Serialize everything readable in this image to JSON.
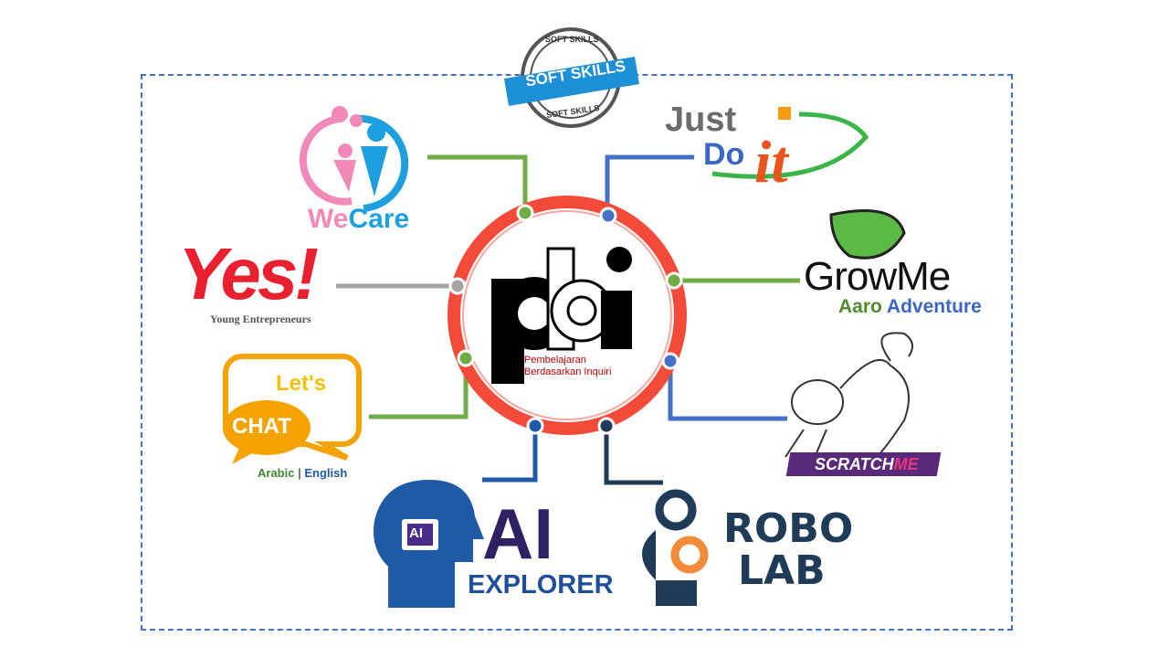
{
  "badge": {
    "text": "SOFT SKILLS",
    "ring_top": "SOFT SKILLS",
    "ring_bottom": "SOFT SKILLS"
  },
  "center": {
    "logo": "pbi",
    "subtitle_line1": "Pembelajaran",
    "subtitle_line2": "Berdasarkan Inquiri"
  },
  "programs": [
    {
      "name": "WeCare",
      "part1": "We",
      "part2": "Care"
    },
    {
      "name": "Just Do It",
      "part1": "Just",
      "part2": "Do",
      "part3": "it"
    },
    {
      "name": "Yes!",
      "title": "Yes!",
      "subtitle": "Young Entrepreneurs"
    },
    {
      "name": "GrowMe",
      "title": "GrowMe",
      "sub1": "Aaro",
      "sub2": "Adventure"
    },
    {
      "name": "Let's Chat",
      "line1": "Let's",
      "line2": "CHAT",
      "lang1": "Arabic",
      "sep": "|",
      "lang2": "English"
    },
    {
      "name": "ScratchMe",
      "part1": "SCRATCH",
      "part2": "ME"
    },
    {
      "name": "AI Explorer",
      "chip": "AI",
      "title": "AI",
      "subtitle": "EXPLORER"
    },
    {
      "name": "Robo Lab",
      "line1": "ROBO",
      "line2": "LAB"
    }
  ],
  "colors": {
    "frame": "#4472c4",
    "ring": "#f44a3a",
    "green": "#70ad47",
    "blue": "#4472c4",
    "gray": "#a5a5a5",
    "navy": "#1f3b57",
    "darkblue": "#1f5aa6"
  }
}
